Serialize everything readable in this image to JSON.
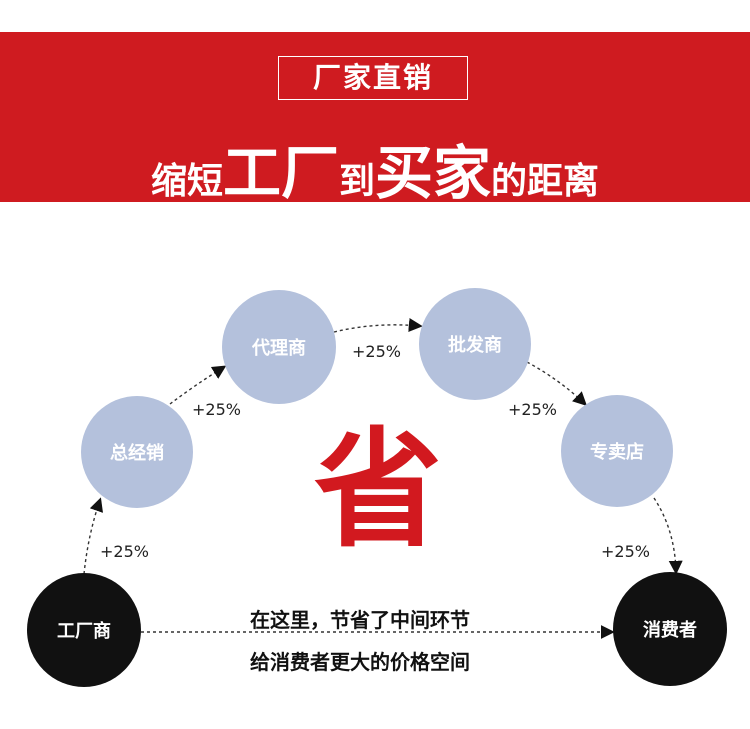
{
  "banner": {
    "tag": "厂家直销",
    "headline_parts": [
      "缩短",
      "工厂",
      "到",
      "买家",
      "的距离"
    ]
  },
  "nodes": {
    "factory": "工厂商",
    "general": "总经销",
    "agent": "代理商",
    "wholesale": "批发商",
    "specialty": "专卖店",
    "consumer": "消费者"
  },
  "markups": {
    "p1": "+25%",
    "p2": "+25%",
    "p3": "+25%",
    "p4": "+25%",
    "p5": "+25%"
  },
  "center_char": "省",
  "message": {
    "line1": "在这里，节省了中间环节",
    "line2": "给消费者更大的价格空间"
  },
  "colors": {
    "banner_red": "#cf1b20",
    "circle_light": "#b4c1dc",
    "circle_dark": "#111111",
    "accent_red": "#d2191f"
  }
}
